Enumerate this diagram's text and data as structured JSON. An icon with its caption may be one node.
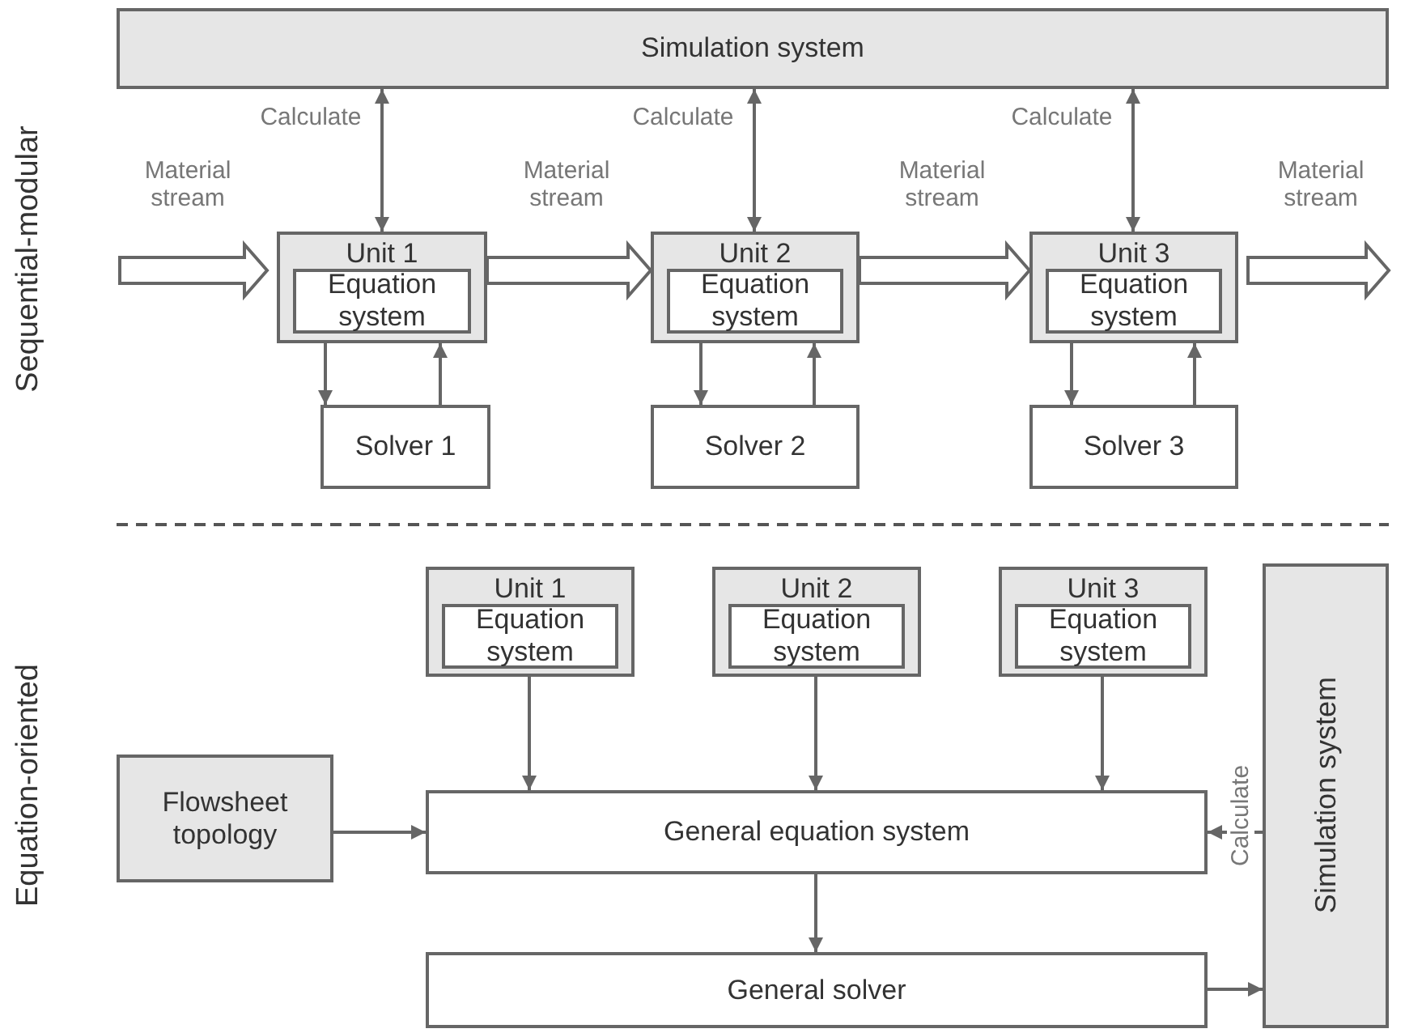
{
  "diagram": {
    "nodes": [
      {
        "text": [
          "Simulation system"
        ]
      },
      {
        "text": [
          "Unit 1"
        ]
      },
      {
        "text": [
          "Equation system"
        ],
        "in": 1
      },
      {
        "text": [
          "Unit 2"
        ]
      },
      {
        "text": [
          "Equation system"
        ],
        "in": 3
      },
      {
        "text": [
          "Unit 3"
        ]
      },
      {
        "text": [
          "Equation system"
        ],
        "in": 5
      },
      {
        "text": [
          "Solver 1"
        ]
      },
      {
        "text": [
          "Solver 2"
        ]
      },
      {
        "text": [
          "Solver 3"
        ]
      },
      {
        "text": [
          "Unit 1"
        ]
      },
      {
        "text": [
          "Equation system"
        ],
        "in": 10
      },
      {
        "text": [
          "Unit 2"
        ]
      },
      {
        "text": [
          "Equation system"
        ],
        "in": 12
      },
      {
        "text": [
          "Unit 3"
        ]
      },
      {
        "text": [
          "Equation system"
        ],
        "in": 14
      },
      {
        "text": [
          "Flowsheet topology"
        ]
      },
      {
        "text": [
          "General equation system"
        ]
      },
      {
        "text": [
          "General solver"
        ]
      },
      {
        "text": [
          "Simulation system"
        ]
      }
    ],
    "edges": [
      {
        "from": 0,
        "to": 1,
        "arrow": "both",
        "label": "Calculate"
      },
      {
        "from": 0,
        "to": 3,
        "arrow": "both",
        "label": "Calculate"
      },
      {
        "from": 0,
        "to": 5,
        "arrow": "both",
        "label": "Calculate"
      },
      {
        "from": null,
        "to": 1,
        "arrow": "to",
        "label": "Material stream",
        "style": "thick"
      },
      {
        "from": 1,
        "to": 3,
        "arrow": "to",
        "label": "Material stream",
        "style": "thick"
      },
      {
        "from": 3,
        "to": 5,
        "arrow": "to",
        "label": "Material stream",
        "style": "thick"
      },
      {
        "from": 5,
        "to": null,
        "arrow": "to",
        "label": "Material stream",
        "style": "thick"
      },
      {
        "from": 1,
        "to": 7,
        "arrow": "to"
      },
      {
        "from": 7,
        "to": 1,
        "arrow": "to"
      },
      {
        "from": 3,
        "to": 8,
        "arrow": "to"
      },
      {
        "from": 8,
        "to": 3,
        "arrow": "to"
      },
      {
        "from": 5,
        "to": 9,
        "arrow": "to"
      },
      {
        "from": 9,
        "to": 5,
        "arrow": "to"
      },
      {
        "from": 10,
        "to": 17,
        "arrow": "to"
      },
      {
        "from": 12,
        "to": 17,
        "arrow": "to"
      },
      {
        "from": 14,
        "to": 17,
        "arrow": "to"
      },
      {
        "from": 16,
        "to": 17,
        "arrow": "to"
      },
      {
        "from": 19,
        "to": 17,
        "arrow": "to",
        "label": "Calculate"
      },
      {
        "from": 17,
        "to": 18,
        "arrow": "to"
      },
      {
        "from": 18,
        "to": 19,
        "arrow": "to"
      }
    ],
    "labels": [
      "Sequential-modular",
      "Equation-oriented"
    ]
  }
}
